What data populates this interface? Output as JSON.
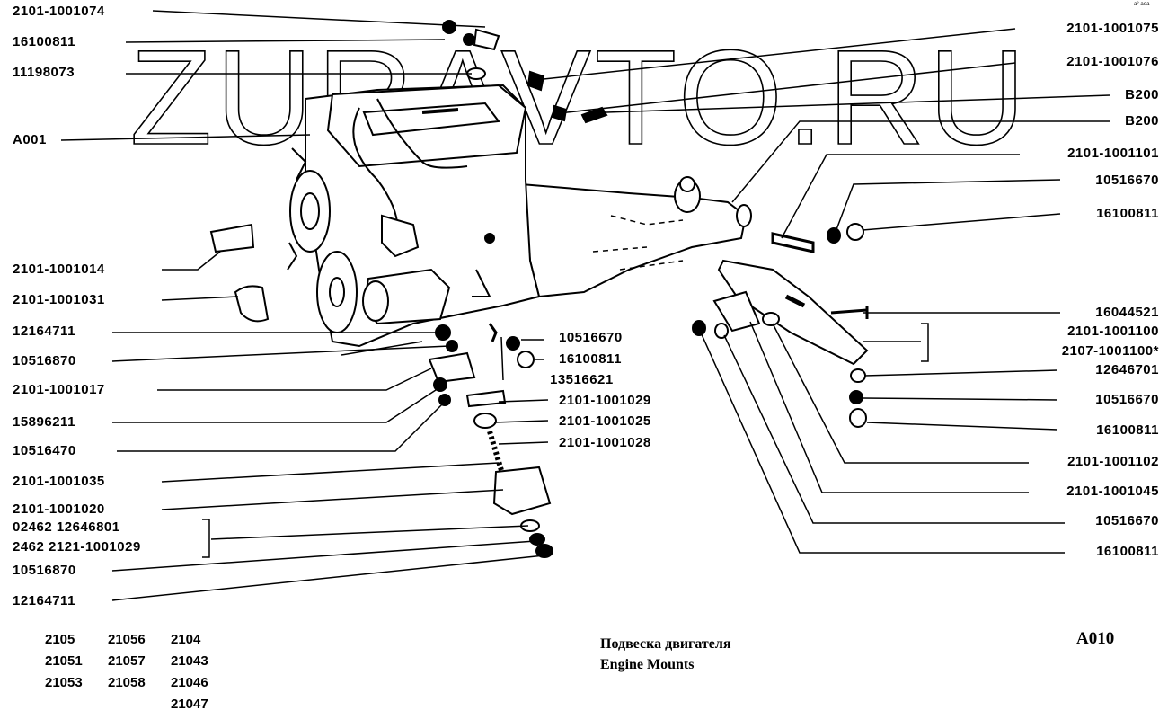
{
  "watermark": "ZURAVTO.RU",
  "corner_mark": "a° aea",
  "left_labels": [
    "2101-1001074",
    "16100811",
    "11198073",
    "A001",
    "2101-1001014",
    "2101-1001031",
    "12164711",
    "10516870",
    "2101-1001017",
    "15896211",
    "10516470",
    "2101-1001035",
    "2101-1001020",
    "02462 12646801",
    "2462 2121-1001029",
    "10516870",
    "12164711"
  ],
  "center_labels": [
    "10516670",
    "16100811",
    "13516621",
    "2101-1001029",
    "2101-1001025",
    "2101-1001028"
  ],
  "right_labels": [
    "2101-1001075",
    "2101-1001076",
    "B200",
    "B200",
    "2101-1001101",
    "10516670",
    "16100811",
    "16044521",
    "2101-1001100",
    "2107-1001100*",
    "12646701",
    "10516670",
    "16100811",
    "2101-1001102",
    "2101-1001045",
    "10516670",
    "16100811"
  ],
  "models": {
    "col1": [
      "2105",
      "21051",
      "21053"
    ],
    "col2": [
      "21056",
      "21057",
      "21058"
    ],
    "col3": [
      "2104",
      "21043",
      "21046",
      "21047"
    ]
  },
  "caption": {
    "ru": "Подвеска двигателя",
    "en": "Engine Mounts"
  },
  "diagram_code": "A010"
}
